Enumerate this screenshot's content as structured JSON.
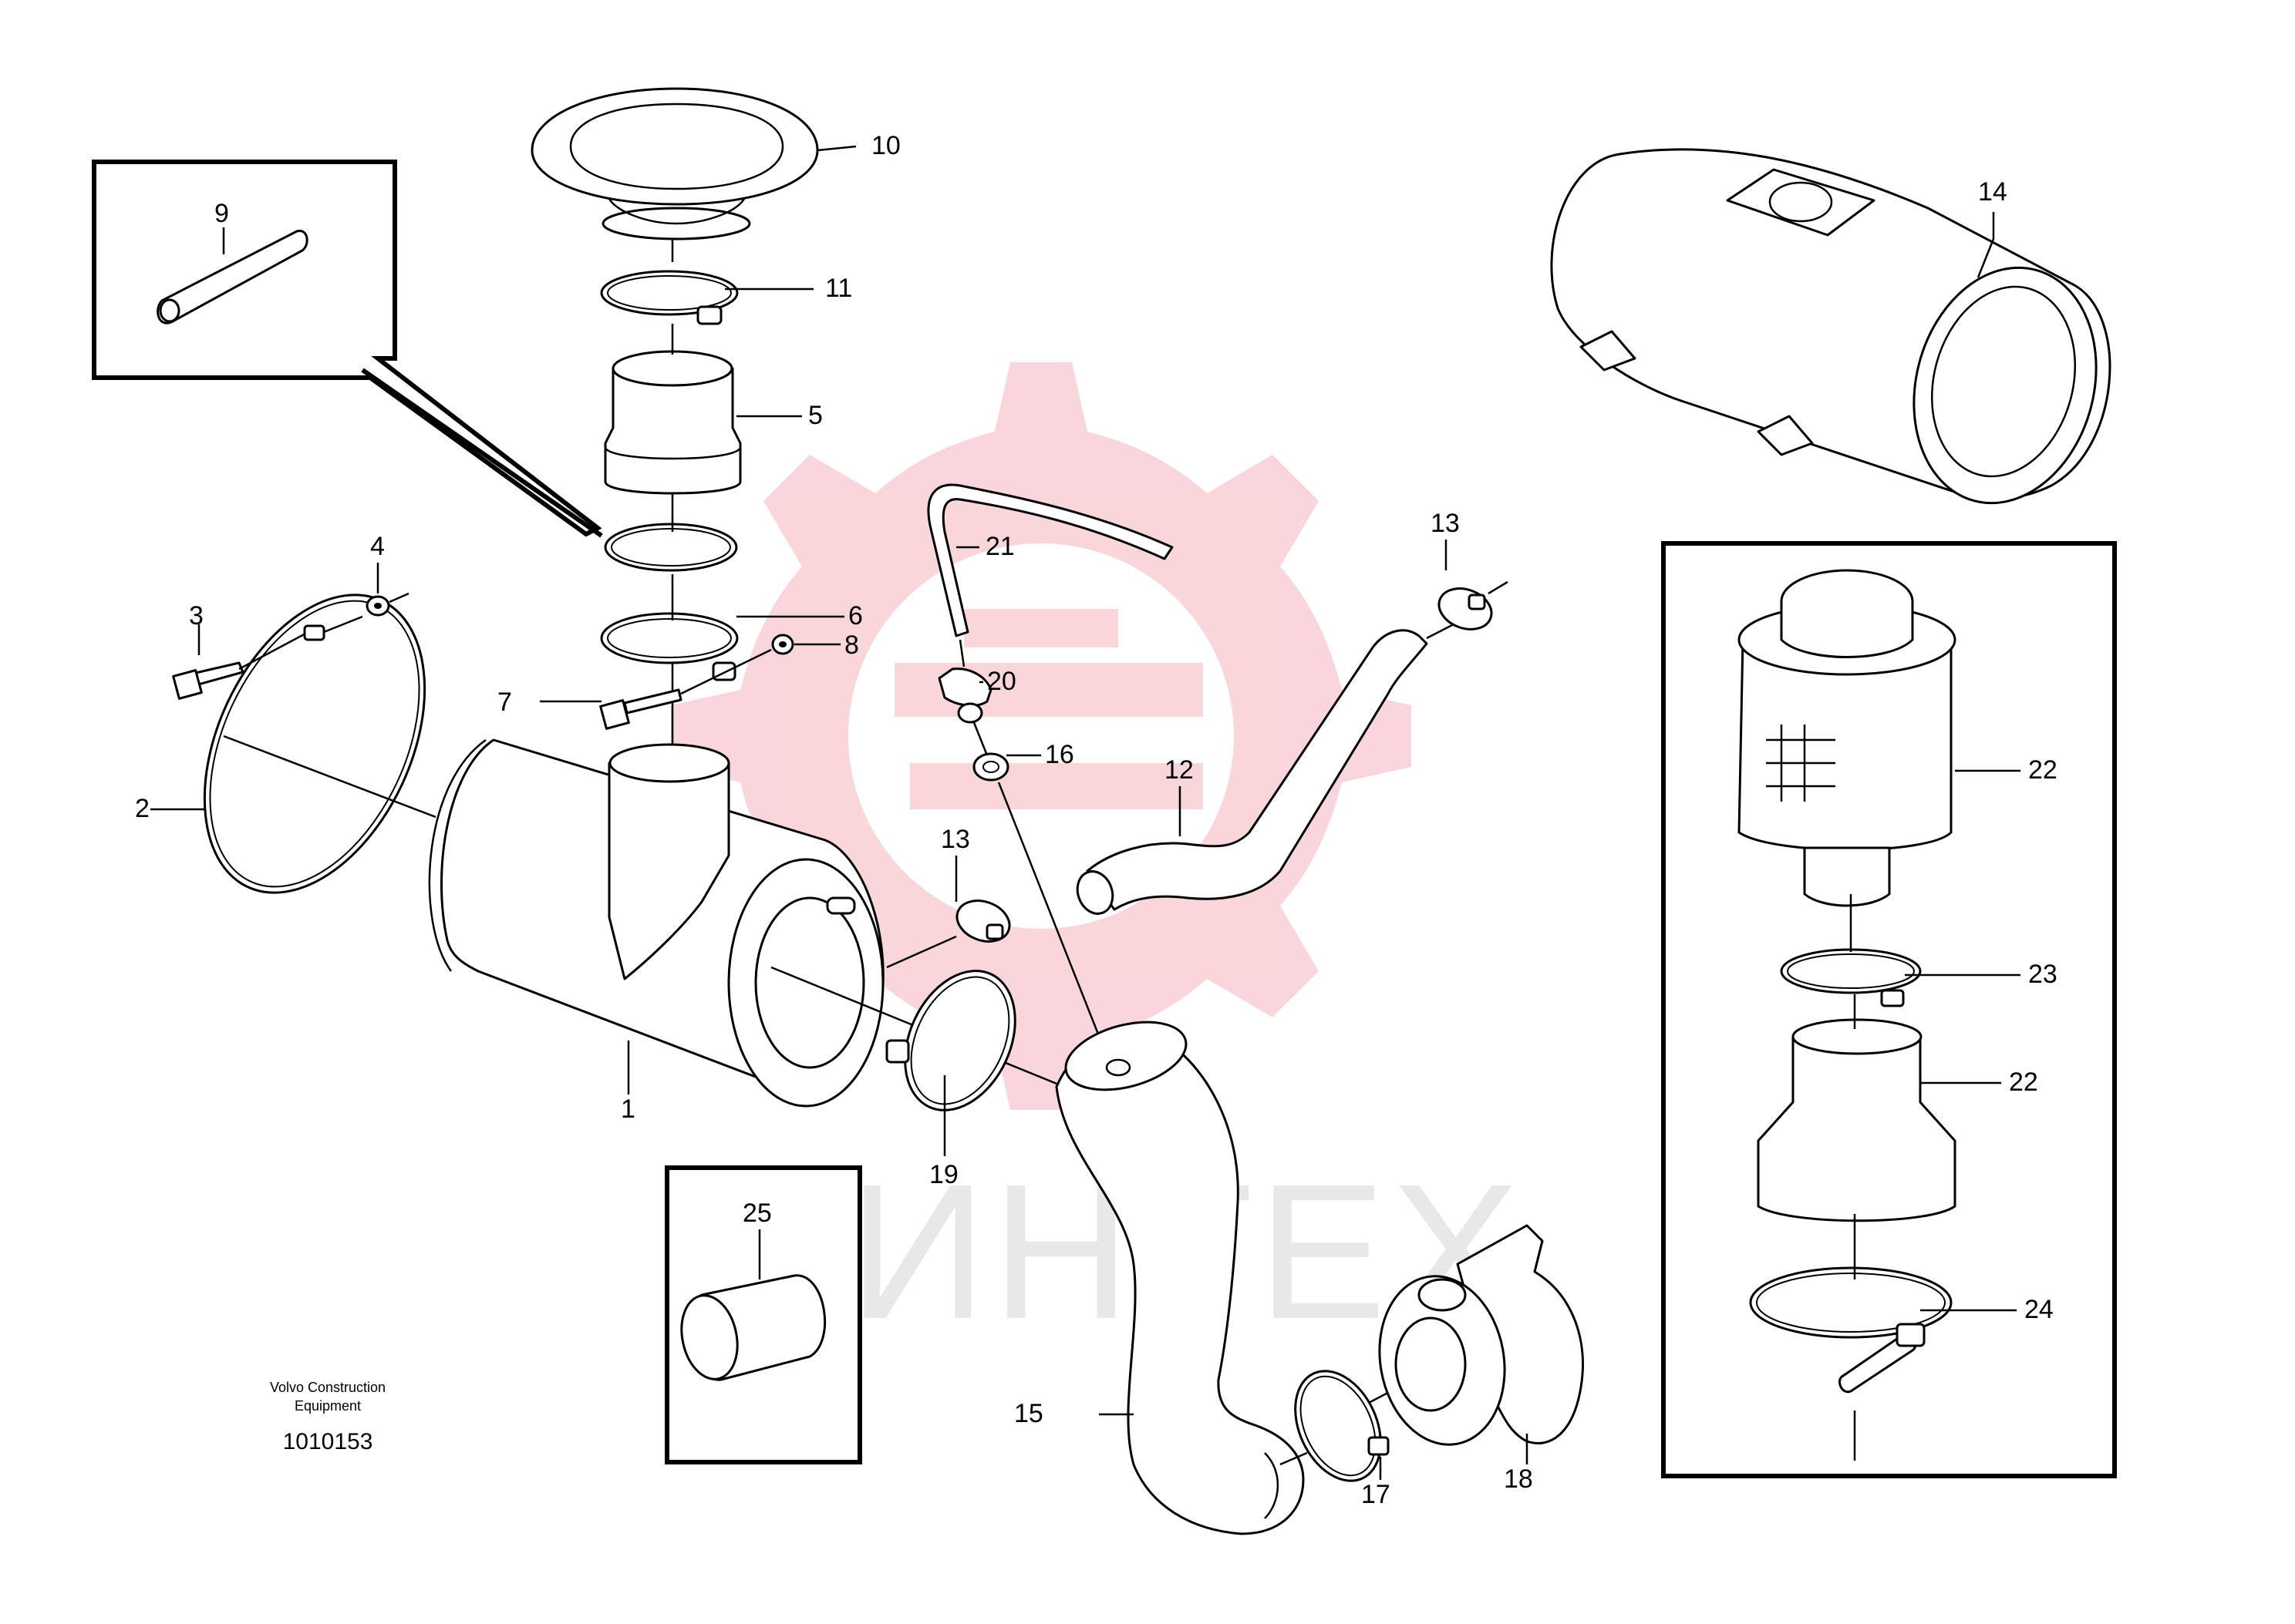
{
  "diagram": {
    "callouts": [
      "1",
      "2",
      "3",
      "4",
      "5",
      "6",
      "7",
      "8",
      "9",
      "10",
      "11",
      "12",
      "13",
      "13",
      "14",
      "15",
      "16",
      "17",
      "18",
      "19",
      "20",
      "21",
      "22",
      "22",
      "23",
      "24",
      "25"
    ],
    "manufacturer_lines": [
      "Volvo Construction",
      "Equipment"
    ],
    "drawing_number": "1010153",
    "watermark_text": "ИНТЕХ",
    "watermark_color": "#f2b8c0",
    "watermark_text_color": "#e6e6e6",
    "line_color": "#000000"
  }
}
